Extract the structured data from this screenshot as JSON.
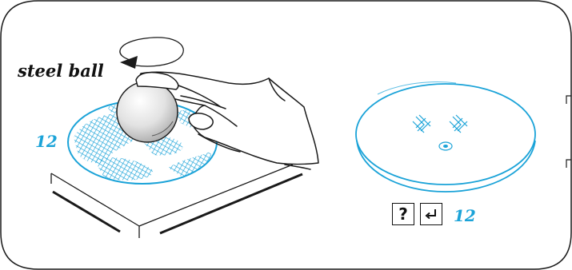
{
  "labels": {
    "steel_ball": "steel ball",
    "pad_number_left": "12",
    "pad_number_right": "12"
  },
  "icons": {
    "help": "?",
    "enter": "enter-arrow-icon"
  },
  "colors": {
    "accent": "#1ba3d8",
    "line": "#1a1a1a",
    "ball_fill": "#e2e2e2"
  }
}
